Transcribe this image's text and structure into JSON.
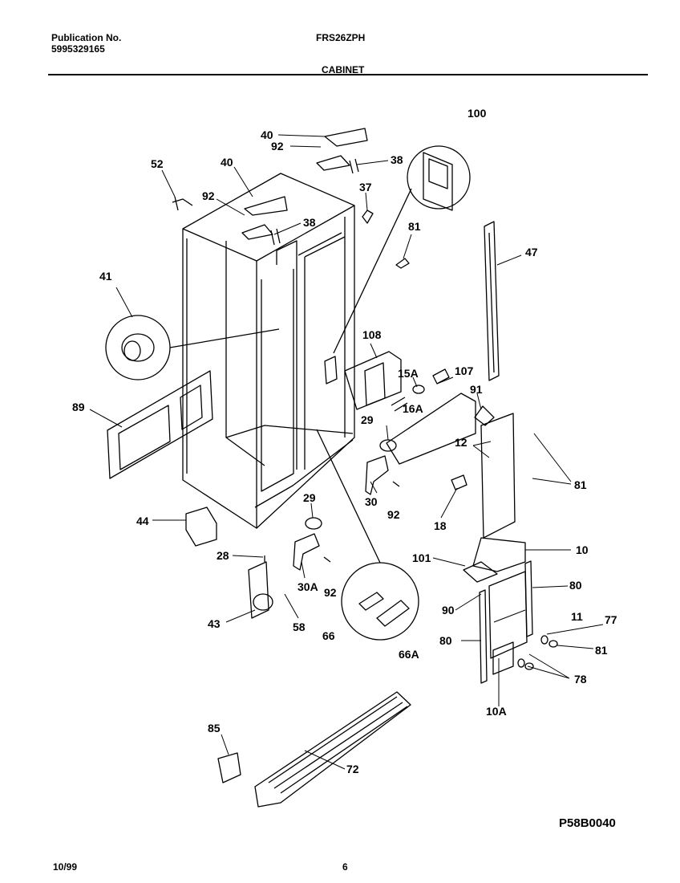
{
  "header": {
    "publication_label": "Publication No.",
    "publication_number": "5995329165",
    "model": "FRS26ZPH",
    "section_title": "CABINET"
  },
  "footer": {
    "date": "10/99",
    "page": "6",
    "drawing_code": "P58B0040"
  },
  "callouts": [
    "40",
    "92",
    "38",
    "100",
    "52",
    "40",
    "92",
    "37",
    "38",
    "81",
    "47",
    "41",
    "108",
    "15A",
    "107",
    "16A",
    "91",
    "89",
    "29",
    "12",
    "81",
    "30",
    "92",
    "18",
    "44",
    "29",
    "10",
    "28",
    "101",
    "30A",
    "92",
    "80",
    "90",
    "11",
    "77",
    "43",
    "58",
    "66",
    "80",
    "81",
    "66A",
    "78",
    "10A",
    "85",
    "72"
  ]
}
